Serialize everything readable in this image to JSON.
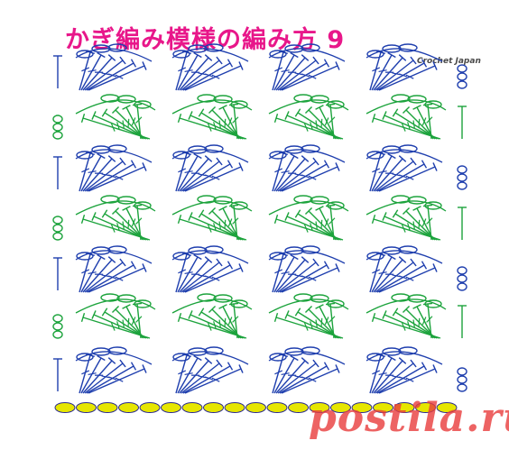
{
  "title": "かぎ編み模様の編み方 9",
  "brand": "Crochet Japan",
  "watermark": "postila.ru",
  "colors": {
    "title": "#e8178a",
    "blue_row": "#1f3fae",
    "green_row": "#1ca33c",
    "chain": "#e6e600",
    "chain_stroke": "#2a2a90",
    "stitch_end": "#2a2a2a"
  },
  "pattern": {
    "fan_repeats": 4,
    "foundation_chain_count": 19,
    "rows": [
      {
        "row": 1,
        "color": "blue"
      },
      {
        "row": 2,
        "color": "green"
      },
      {
        "row": 3,
        "color": "blue"
      },
      {
        "row": 4,
        "color": "green"
      },
      {
        "row": 5,
        "color": "blue"
      },
      {
        "row": 6,
        "color": "green"
      },
      {
        "row": 7,
        "color": "blue"
      }
    ]
  }
}
